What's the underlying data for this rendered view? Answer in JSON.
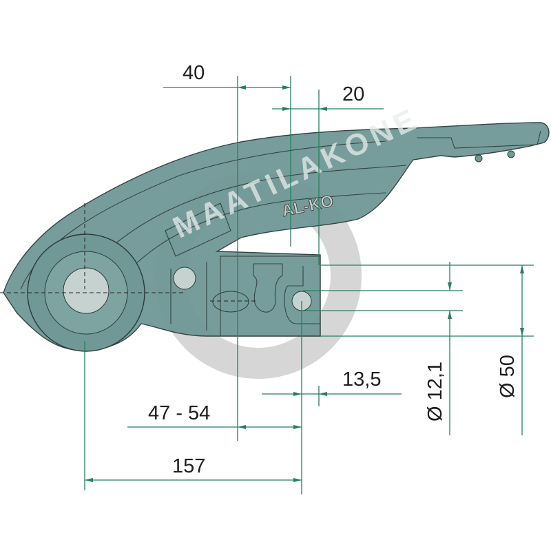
{
  "drawing": {
    "logo": "AL-KO",
    "watermark": "MAATILAKONE",
    "dimensions": {
      "top_width": "40",
      "offset": "20",
      "small_offset": "13,5",
      "range": "47 - 54",
      "total_length": "157",
      "hole_diameter": "Ø 12,1",
      "ball_diameter": "Ø 50"
    }
  },
  "colors": {
    "body": "#6f9896",
    "dimension_lines": "#23805e",
    "watermark": "#d4d4d4"
  }
}
